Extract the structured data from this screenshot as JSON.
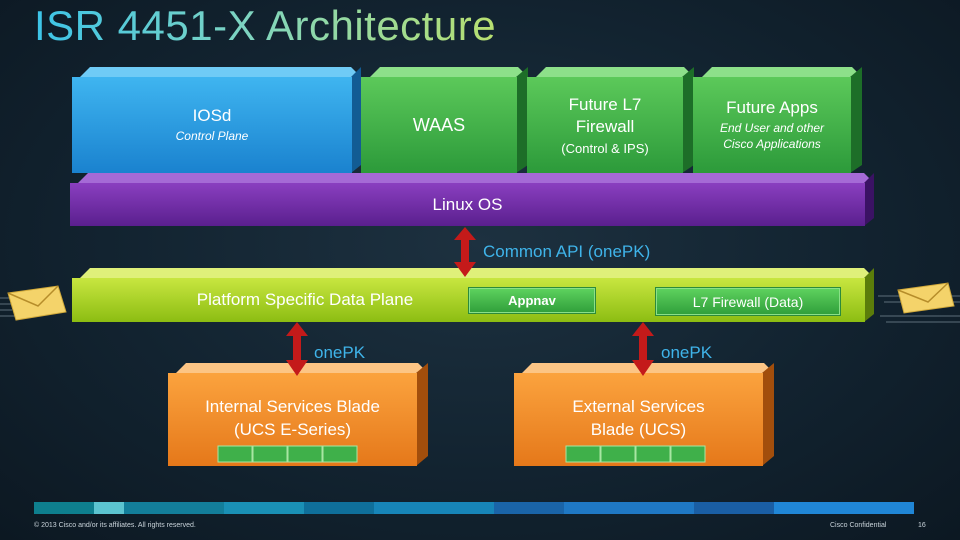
{
  "title": "ISR 4451-X Architecture",
  "apps": {
    "iosd": {
      "main": "IOSd",
      "sub": "Control Plane"
    },
    "waas": {
      "main": "WAAS"
    },
    "l7fw": {
      "main_line1": "Future L7",
      "main_line2": "Firewall",
      "sub": "(Control & IPS)"
    },
    "future_apps": {
      "main": "Future Apps",
      "sub_line1": "End User and other",
      "sub_line2": "Cisco Applications"
    }
  },
  "linux_os": "Linux OS",
  "common_api": "Common API (onePK)",
  "data_plane": {
    "label": "Platform Specific Data Plane",
    "appnav": "Appnav",
    "l7_firewall_data": "L7 Firewall (Data)"
  },
  "onepk_left": "onePK",
  "onepk_right": "onePK",
  "internal_blade": {
    "line1": "Internal Services Blade",
    "line2": "(UCS E-Series)"
  },
  "external_blade": {
    "line1": "External Services",
    "line2": "Blade (UCS)"
  },
  "footer": {
    "copyright": "© 2013 Cisco and/or its affiliates. All rights reserved.",
    "confidential": "Cisco Confidential",
    "page": "16"
  },
  "colors": {
    "iosd": "#1f97e0",
    "waas": "#3fb04a",
    "linux": "#6a2a9e",
    "data_plane": "#a6cf1e",
    "blade": "#f28c28",
    "arrow": "#c41a1a"
  }
}
